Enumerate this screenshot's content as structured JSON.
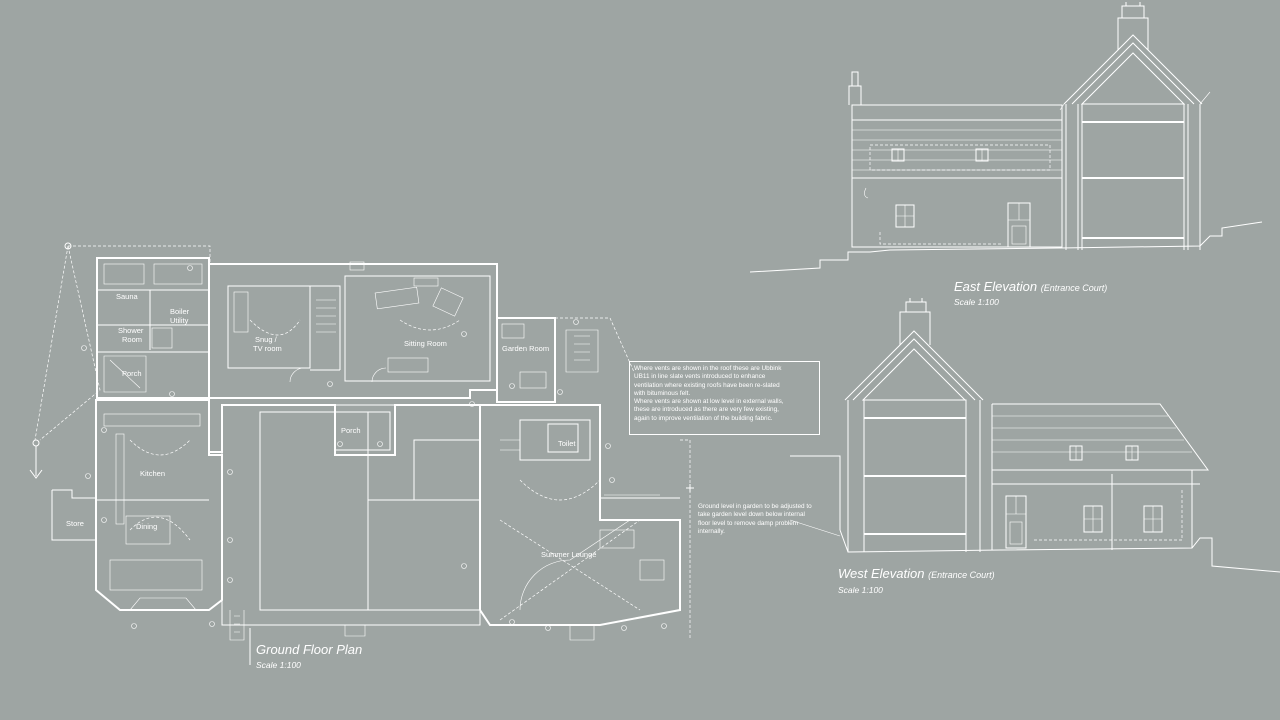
{
  "rooms": {
    "sauna": "Sauna",
    "boiler": "Boiler",
    "utility": "Utility",
    "shower": "Shower",
    "shower_room": "Room",
    "porch_left": "Porch",
    "snug": "Snug /",
    "tv_room": "TV room",
    "sitting_room": "Sitting Room",
    "garden_room": "Garden Room",
    "kitchen": "Kitchen",
    "dining": "Dining",
    "store": "Store",
    "porch_center": "Porch",
    "toilet": "Toilet",
    "summer_lounge": "Summer Lounge"
  },
  "titles": {
    "ground_floor": "Ground Floor Plan",
    "ground_scale": "Scale 1:100",
    "east": "East Elevation",
    "east_sub": "(Entrance Court)",
    "east_scale": "Scale 1:100",
    "west": "West Elevation",
    "west_sub": "(Entrance Court)",
    "west_scale": "Scale 1:100"
  },
  "notes": {
    "vents": [
      "Where vents are shown in the roof these are Ubbink",
      "UB11 in line slate vents introduced to enhance",
      "ventilation where existing roofs have been re-slated",
      "with bituminous felt.",
      "Where vents are shown at low level in external walls,",
      "these are introduced as there are very few existing,",
      "again to improve ventilation of the building fabric."
    ],
    "ground_level": [
      "Ground level in garden to be adjusted to",
      "take garden level down below internal",
      "floor level to remove damp problem",
      "internally."
    ]
  },
  "colors": {
    "background": "#9ea5a3",
    "linework": "#ffffff"
  }
}
